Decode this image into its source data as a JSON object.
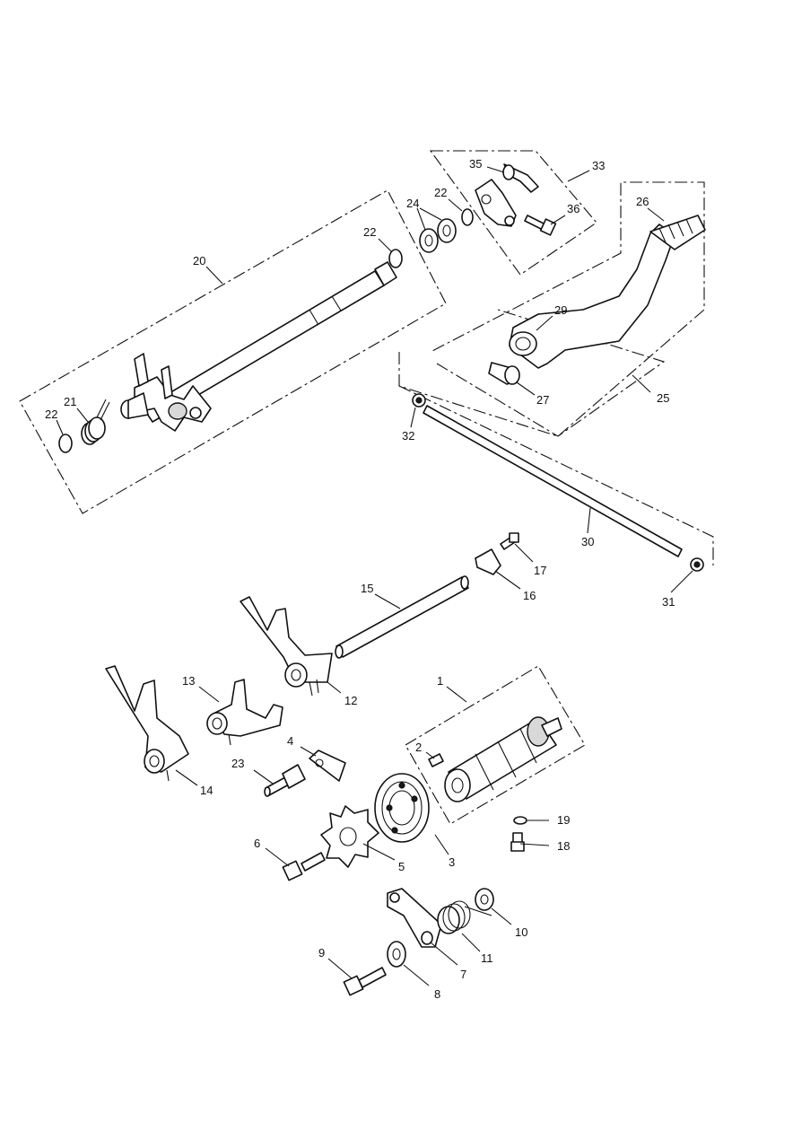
{
  "callouts": [
    {
      "id": "c1",
      "text": "1"
    },
    {
      "id": "c2",
      "text": "2"
    },
    {
      "id": "c3",
      "text": "3"
    },
    {
      "id": "c4",
      "text": "4"
    },
    {
      "id": "c5",
      "text": "5"
    },
    {
      "id": "c6",
      "text": "6"
    },
    {
      "id": "c7",
      "text": "7"
    },
    {
      "id": "c8",
      "text": "8"
    },
    {
      "id": "c9",
      "text": "9"
    },
    {
      "id": "c10",
      "text": "10"
    },
    {
      "id": "c11",
      "text": "11"
    },
    {
      "id": "c12",
      "text": "12"
    },
    {
      "id": "c13",
      "text": "13"
    },
    {
      "id": "c14",
      "text": "14"
    },
    {
      "id": "c15",
      "text": "15"
    },
    {
      "id": "c16",
      "text": "16"
    },
    {
      "id": "c17",
      "text": "17"
    },
    {
      "id": "c18",
      "text": "18"
    },
    {
      "id": "c19",
      "text": "19"
    },
    {
      "id": "c20",
      "text": "20"
    },
    {
      "id": "c21",
      "text": "21"
    },
    {
      "id": "c22a",
      "text": "22"
    },
    {
      "id": "c22b",
      "text": "22"
    },
    {
      "id": "c22c",
      "text": "22"
    },
    {
      "id": "c23",
      "text": "23"
    },
    {
      "id": "c24",
      "text": "24"
    },
    {
      "id": "c25",
      "text": "25"
    },
    {
      "id": "c26",
      "text": "26"
    },
    {
      "id": "c27",
      "text": "27"
    },
    {
      "id": "c29",
      "text": "29"
    },
    {
      "id": "c30",
      "text": "30"
    },
    {
      "id": "c31",
      "text": "31"
    },
    {
      "id": "c32",
      "text": "32"
    },
    {
      "id": "c33",
      "text": "33"
    },
    {
      "id": "c35",
      "text": "35"
    },
    {
      "id": "c36",
      "text": "36"
    }
  ]
}
